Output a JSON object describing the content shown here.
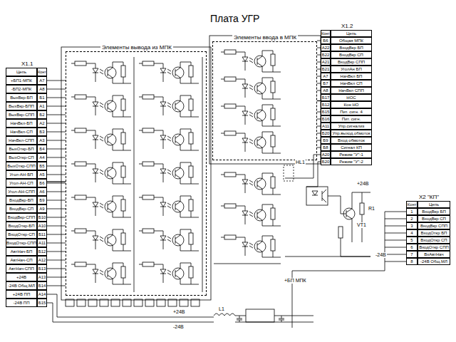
{
  "diagram": {
    "title": "Плата УГР",
    "nodes": [
      {
        "text": [
          "Элементы вывода из МПК"
        ]
      },
      {
        "text": [
          "Элементы ввода в МПК"
        ]
      },
      {
        "text": [
          "X1.1"
        ]
      },
      {
        "text": [
          "X1.2"
        ]
      },
      {
        "text": [
          "X2 \"КП\""
        ]
      }
    ],
    "edges": [
      {
        "from": 2,
        "to": 0,
        "arrow": "none"
      },
      {
        "from": 3,
        "to": 1,
        "arrow": "none"
      }
    ],
    "labels": [
      "Цепь",
      "Конт",
      "+БП1-МПК",
      "А7",
      "-БП2-МПК",
      "А8",
      "ВыхВкр-БП",
      "Б1",
      "ВыхВкр-БПП",
      "А1",
      "ВыхВкр-СПП",
      "Б2",
      "НачВкл-БП",
      "А2",
      "НачВкл-СП",
      "Б3",
      "НачВкл-СПП",
      "А3",
      "ВыхОткр-БП",
      "Б4",
      "ВыхОткр-СП",
      "А4",
      "ВыхОткр-СПП",
      "Б5",
      "Угол-АН-БП",
      "А5",
      "Угол-АН-СП",
      "Б6",
      "Угол-АН-СПП",
      "А6",
      "ВходВкр-БП",
      "Б9",
      "ВходВкр-СП",
      "А9",
      "ВходВкр-СПП",
      "Б10",
      "ВходОткр-БП",
      "А10",
      "ВходОткр-СП",
      "Б11",
      "ВходОткр-СПП",
      "А11",
      "АвтНач-БП",
      "Б12",
      "АвтНач-СП",
      "А12",
      "АвтНач-СПП",
      "Б13",
      "+24В",
      "А13",
      "-24В Общ.МЛ",
      "Б14",
      "+24В ПП",
      "А14",
      "-24В ПП",
      "Б15",
      "Конт",
      "Цепь",
      "Б6",
      "Общая МПК",
      "А22",
      "ВходВкр БП",
      "Б22",
      "ВходВкр СП",
      "А21",
      "ВходВкр СПП",
      "Б21",
      "УголАн БП",
      "А7",
      "НачВкл БП",
      "Б7",
      "НачВкл СП",
      "А8",
      "НачВкл СПП",
      "Б17",
      "НОС",
      "Б12",
      "Кон НО",
      "Б15",
      "Пит. сигн. 4",
      "Б16",
      "Пит. сигн.",
      "А11",
      "Упр.сигнализ",
      "Б20",
      "Упр.выход.обмоток",
      "Б9",
      "Вход обмоток",
      "Б8",
      "Сигнал КП",
      "А20",
      "Режим \"У\"-1",
      "Б20",
      "Режим \"У\"-2",
      "Конт",
      "Цепь",
      "1",
      "ВходВкр БП",
      "2",
      "ВходВкр СП",
      "3",
      "ВходВкр СПП",
      "4",
      "ВходОткр БП",
      "5",
      "ВходОткр СП",
      "6",
      "ВходОткр СПП",
      "7",
      "ВхАвтНач",
      "8",
      "-24В Общ.МЛ",
      "+БП МПК",
      "+24В",
      "-24В",
      "+24В",
      "-24В",
      "L1",
      "HL1",
      "VT1",
      "R1"
    ]
  }
}
